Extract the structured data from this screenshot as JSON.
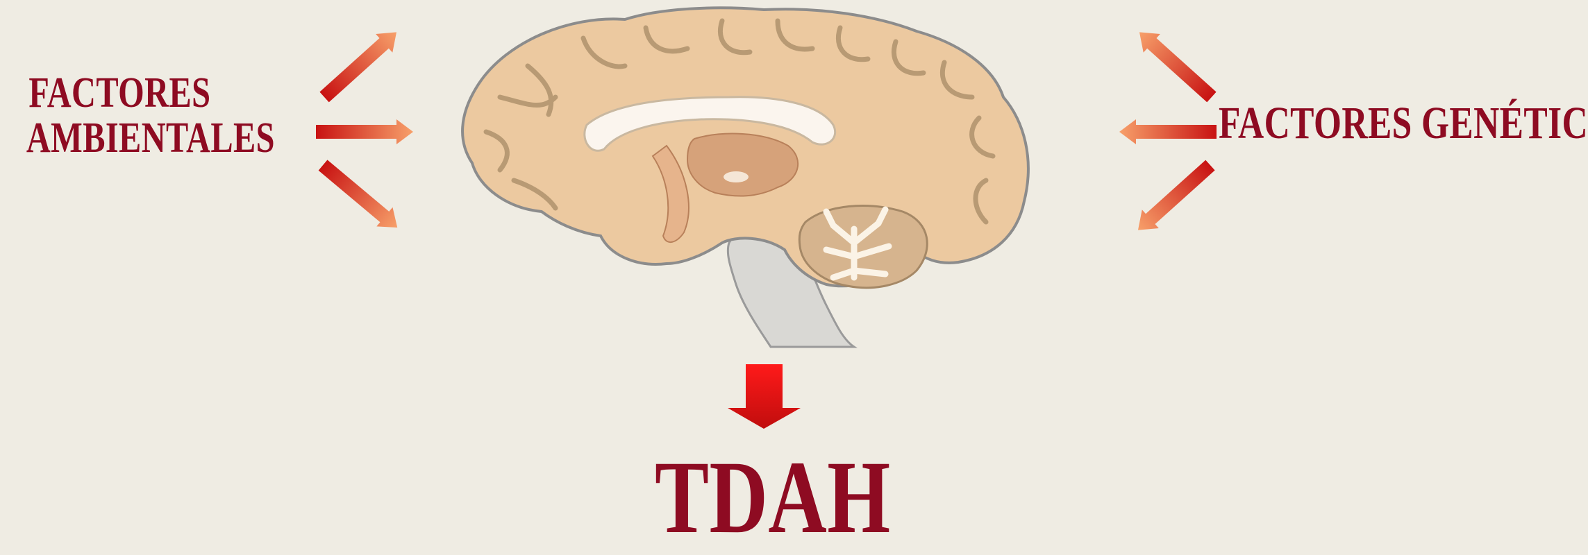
{
  "labels": {
    "environmental": [
      "FACTORES",
      "AMBIENTALES"
    ],
    "genetic": "FACTORES GENÉTICOS",
    "result": "TDAH"
  },
  "colors": {
    "background": "#efece3",
    "label_text": "#8e0b22",
    "arrow_dark": "#c81212",
    "arrow_light": "#f7a06a",
    "down_arrow": "#e60d0d",
    "brain_fill": "#ecc9a0",
    "brain_outline": "#8c8c8c"
  },
  "icons": {
    "central_image": "brain-sagittal-section-icon",
    "arrows": "gradient-arrow-icon",
    "result_arrow": "down-arrow-icon"
  }
}
